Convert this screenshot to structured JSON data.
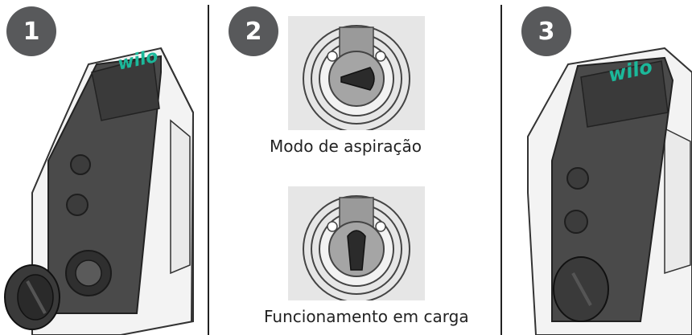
{
  "steps": [
    {
      "number": "1"
    },
    {
      "number": "2",
      "captions": [
        "Modo de aspiração",
        "Funcionamento em carga"
      ]
    },
    {
      "number": "3"
    }
  ],
  "brand": {
    "logo_text": "wilo",
    "logo_color": "#1bb89a"
  },
  "colors": {
    "badge": "#58595b",
    "pump_dark": "#4a4a4a",
    "pump_light": "#f4f4f4",
    "valve_knob": "#2b2b2b"
  }
}
